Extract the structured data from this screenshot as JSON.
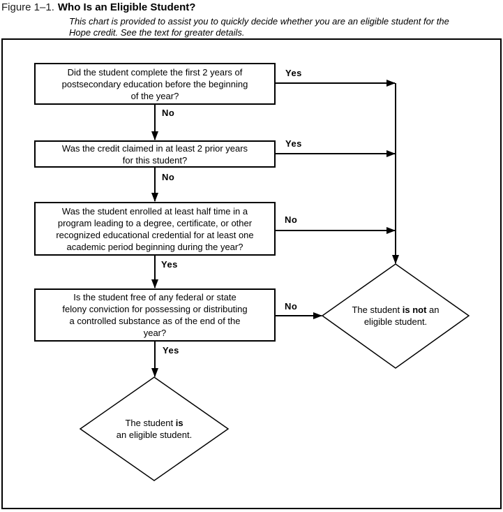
{
  "page": {
    "background_color": "#ffffff",
    "ink_color": "#000000"
  },
  "header": {
    "figure_label": "Figure 1–1.",
    "title": "Who Is an Eligible Student?",
    "subtitle_line1": "This chart is provided to assist you to quickly decide whether you are an eligible student for the",
    "subtitle_line2": "Hope credit. See the text for greater details."
  },
  "flow": {
    "boxes": [
      {
        "lines": [
          "Did the student complete the first 2 years of",
          "postsecondary education before the beginning",
          "of the year?"
        ]
      },
      {
        "lines": [
          "Was the credit claimed in at least 2 prior years",
          "for this student?"
        ]
      },
      {
        "lines": [
          "Was the student enrolled at least half time in a",
          "program leading to a degree, certificate, or other",
          "recognized educational credential for at least one",
          "academic period beginning during the year?"
        ]
      },
      {
        "lines": [
          "Is the student free of any federal or state",
          "felony conviction for possessing or distributing",
          "a controlled substance as of the end of the",
          "year?"
        ]
      }
    ],
    "labels": {
      "q1_yes": "Yes",
      "q1_no": "No",
      "q2_yes": "Yes",
      "q2_no": "No",
      "q3_no": "No",
      "q3_yes": "Yes",
      "q4_no": "No",
      "q4_yes": "Yes"
    },
    "outcomes": {
      "not_eligible": {
        "prefix": "The student ",
        "bold": "is not",
        "suffix": " an",
        "line2": "eligible student."
      },
      "eligible": {
        "prefix": "The student ",
        "bold": "is",
        "line2": "an eligible student."
      }
    }
  }
}
